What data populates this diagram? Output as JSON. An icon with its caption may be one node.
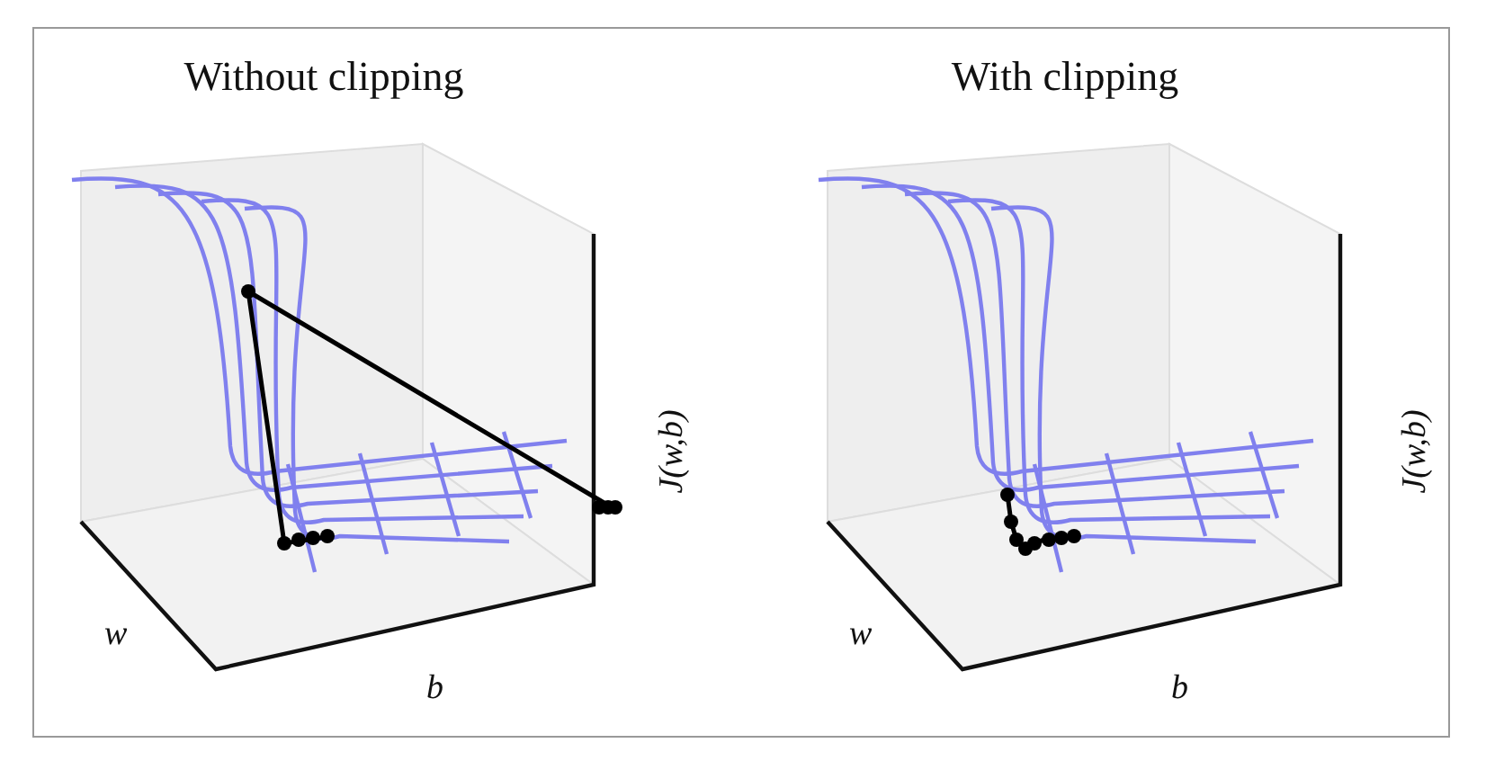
{
  "diagram": {
    "labels": [
      "Without clipping",
      "With clipping",
      "w",
      "b",
      "J(w,b)",
      "w",
      "b",
      "J(w,b)"
    ]
  }
}
